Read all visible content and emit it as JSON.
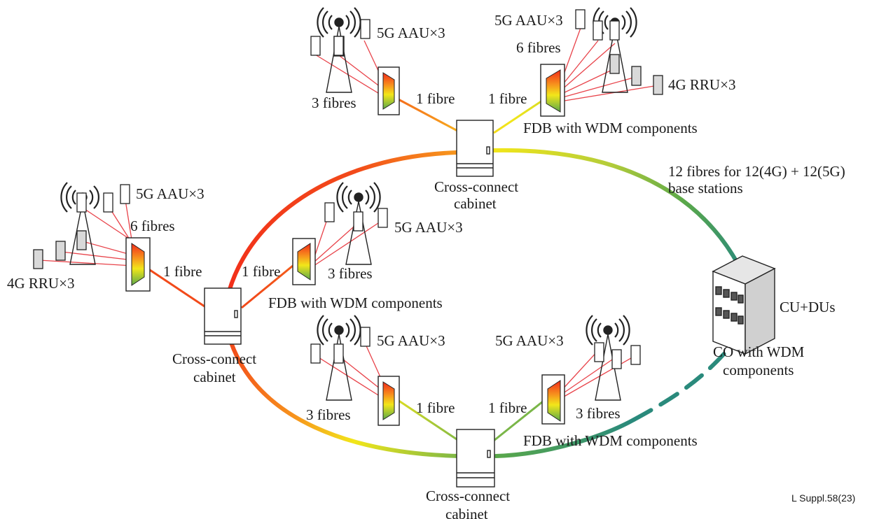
{
  "labels": {
    "aau": "5G AAU×3",
    "rru": "4G RRU×3",
    "three_fibres": "3 fibres",
    "six_fibres": "6 fibres",
    "one_fibre": "1 fibre",
    "fdb": "FDB with WDM components",
    "cabinet_line1": "Cross-connect",
    "cabinet_line2": "cabinet",
    "ring_line1": "12 fibres for 12(4G) + 12(5G)",
    "ring_line2": "base stations",
    "cu_du": "CU+DUs",
    "co_line1": "CO with WDM",
    "co_line2": "components",
    "figure_id": "L Suppl.58(23)"
  },
  "colors": {
    "fibre_red": "#f22a1a",
    "fibre_orange": "#f7941d",
    "fibre_yellow": "#f2e61a",
    "fibre_green": "#7ab648",
    "fibre_teal": "#2a8a7c",
    "drop_line": "#e8434a",
    "outline": "#222222"
  }
}
